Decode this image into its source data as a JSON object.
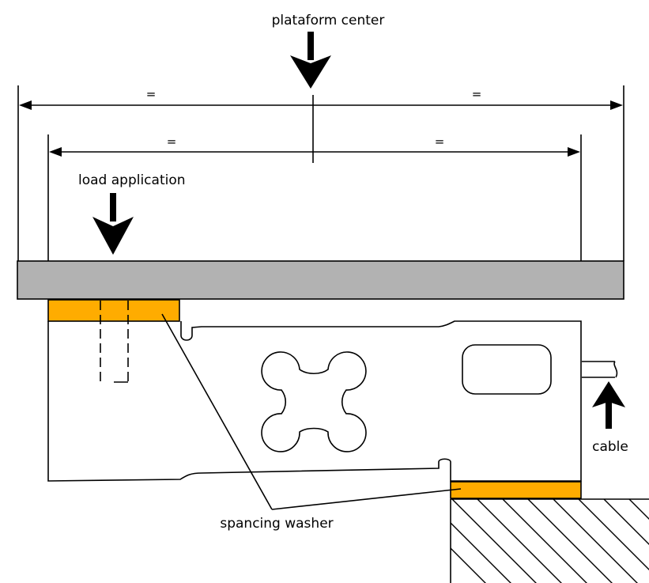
{
  "labels": {
    "platform_center": "plataform center",
    "load_application": "load application",
    "spacing_washer": "spancing washer",
    "cable": "cable"
  },
  "dimensions": {
    "outer_left": "=",
    "outer_right": "=",
    "inner_left": "=",
    "inner_right": "="
  },
  "colors": {
    "platform": "#b2b2b2",
    "washer": "#ffac00",
    "stroke": "#000000"
  }
}
